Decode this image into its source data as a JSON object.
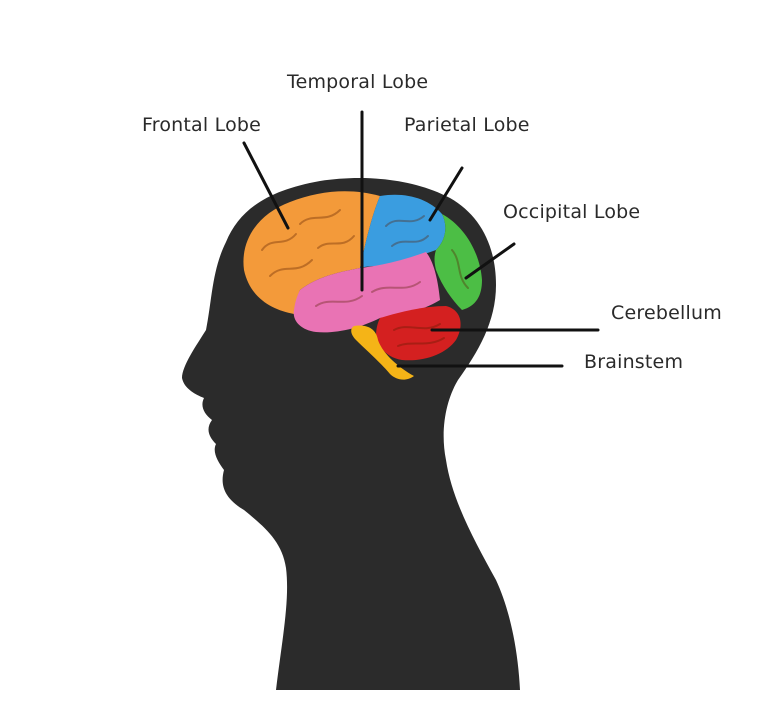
{
  "diagram": {
    "labels": {
      "frontal": "Frontal Lobe",
      "temporal": "Temporal Lobe",
      "parietal": "Parietal Lobe",
      "occipital": "Occipital Lobe",
      "cerebellum": "Cerebellum",
      "brainstem": "Brainstem"
    },
    "colors": {
      "silhouette": "#2b2b2b",
      "frontal": "#f39a3a",
      "temporal": "#e973b4",
      "parietal": "#3a9de0",
      "occipital": "#4cbe45",
      "cerebellum": "#d42020",
      "brainstem": "#f5b417",
      "leader_line": "#111111"
    }
  }
}
